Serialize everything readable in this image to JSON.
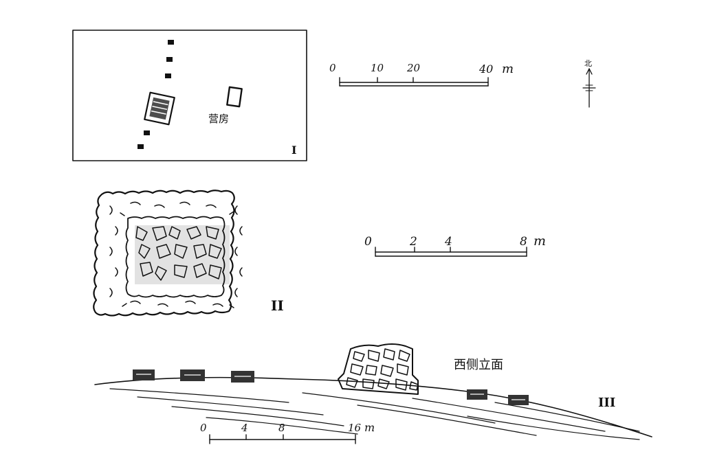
{
  "panel_1": {
    "label": "I",
    "building_label": "营房"
  },
  "scale_1": {
    "ticks": [
      "0",
      "10",
      "20",
      "40"
    ],
    "unit": "m"
  },
  "north_arrow": {
    "label": "北"
  },
  "panel_2": {
    "label": "II"
  },
  "scale_2": {
    "ticks": [
      "0",
      "2",
      "4",
      "8"
    ],
    "unit": "m"
  },
  "panel_3": {
    "label": "III",
    "elevation_label": "西侧立面"
  },
  "scale_3": {
    "ticks": [
      "0",
      "4",
      "8",
      "16"
    ],
    "unit": "m"
  }
}
